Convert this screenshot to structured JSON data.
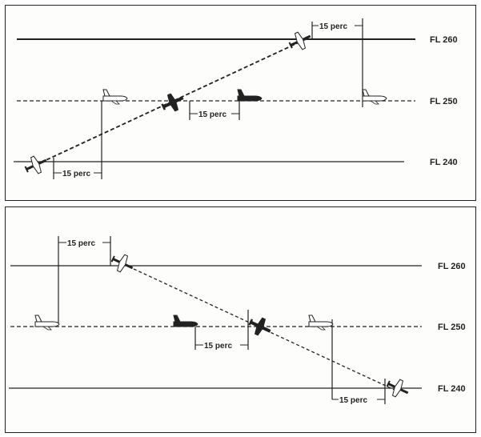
{
  "top_panel": {
    "flight_levels": [
      "FL 260",
      "FL 250",
      "FL 240"
    ],
    "separation_labels": [
      "15 perc",
      "15 perc",
      "15 perc"
    ]
  },
  "bottom_panel": {
    "flight_levels": [
      "FL 260",
      "FL 250",
      "FL 240"
    ],
    "separation_labels": [
      "15 perc",
      "15 perc",
      "15 perc"
    ]
  },
  "colors": {
    "line": "#222222",
    "background": "#fdfdfb"
  },
  "icons": {
    "aircraft": "airplane-icon"
  }
}
